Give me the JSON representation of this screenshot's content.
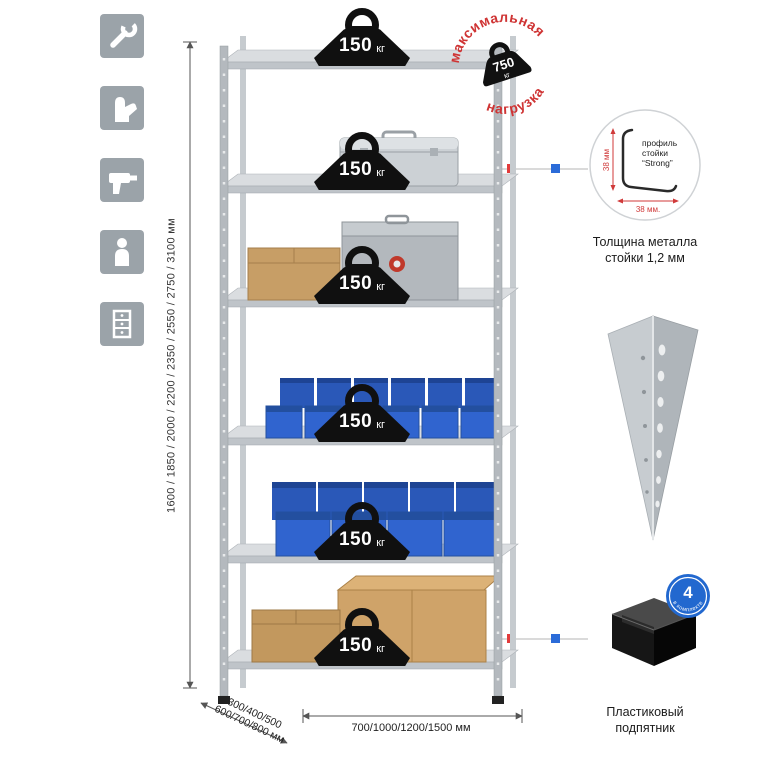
{
  "colors": {
    "accent_red": "#d23535",
    "accent_blue": "#2b6bd8",
    "icon_gray": "#9ba3a9",
    "bin_blue": "#3064cf",
    "cardboard": "#c79e66"
  },
  "sidebar": {
    "icons": [
      {
        "icon": "wrench-icon"
      },
      {
        "icon": "gloves-icon"
      },
      {
        "icon": "drill-icon"
      },
      {
        "icon": "person-icon"
      },
      {
        "icon": "shelving-icon"
      }
    ]
  },
  "dimensions": {
    "height_label": "1600 / 1850 / 2000 / 2200 / 2350 / 2550 / 2750 / 3100 мм",
    "depth_label_line1": "300/400/500",
    "depth_label_line2": "600/700/800 мм",
    "width_label": "700/1000/1200/1500 мм"
  },
  "shelf_loads": [
    {
      "value": "150",
      "unit": "кг"
    },
    {
      "value": "150",
      "unit": "кг"
    },
    {
      "value": "150",
      "unit": "кг"
    },
    {
      "value": "150",
      "unit": "кг"
    },
    {
      "value": "150",
      "unit": "кг"
    },
    {
      "value": "150",
      "unit": "кг"
    }
  ],
  "max_load_stamp": {
    "text_top": "максимальная",
    "text_bottom": "нагрузка",
    "value": "750",
    "unit": "кг"
  },
  "profile_detail": {
    "dim_vertical": "38 мм",
    "dim_horizontal": "38 мм.",
    "label_line1": "профиль",
    "label_line2": "стойки",
    "label_line3": "“Strong”",
    "caption_line1": "Толщина металла",
    "caption_line2": "стойки 1,2 мм"
  },
  "foot_detail": {
    "badge_value": "4",
    "badge_text": "в комплекте",
    "caption_line1": "Пластиковый",
    "caption_line2": "подпятник"
  }
}
